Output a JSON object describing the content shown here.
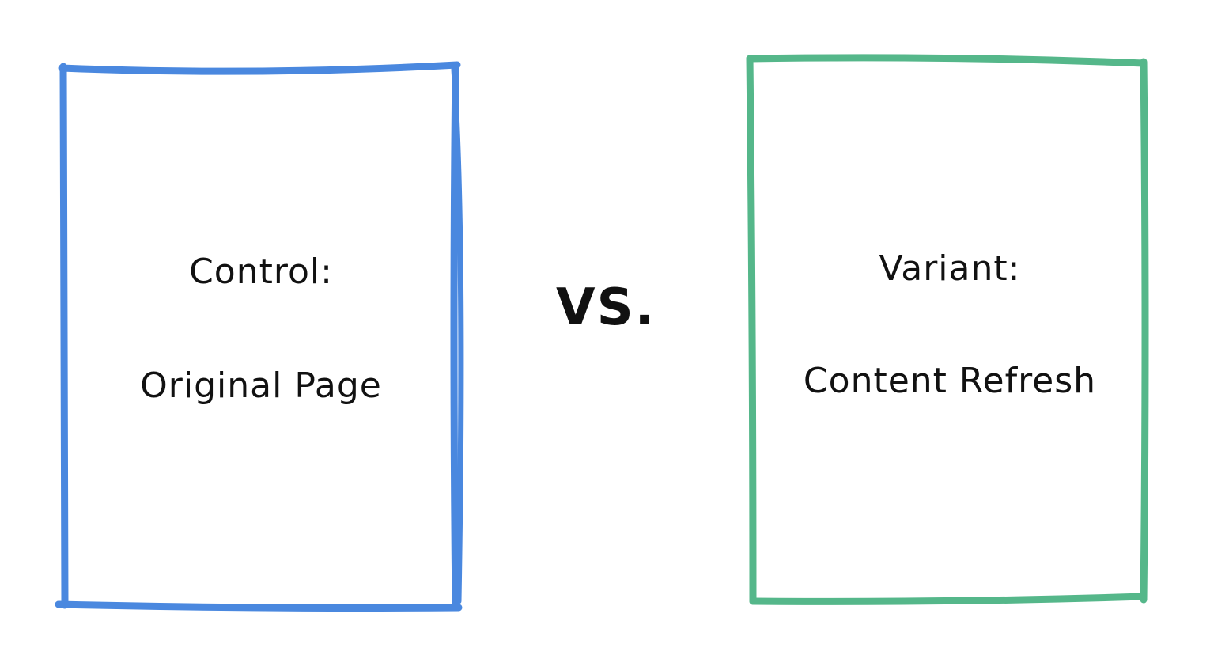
{
  "diagram": {
    "control_box": {
      "label_line1": "Control:",
      "label_line2": "Original Page",
      "stroke_color": "#4a88df"
    },
    "separator": {
      "text": "VS."
    },
    "variant_box": {
      "label_line1": "Variant:",
      "label_line2": "Content Refresh",
      "stroke_color": "#55b78a"
    },
    "text_color": "#111111",
    "background": "#ffffff"
  }
}
